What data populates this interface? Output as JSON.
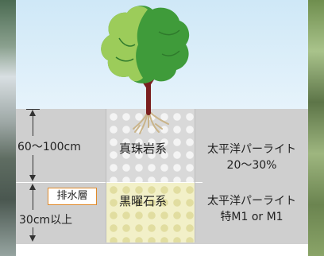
{
  "layers": [
    {
      "depth_label": "60〜100cm",
      "material": "真珠岩系",
      "product_line1": "太平洋パーライト",
      "product_line2": "20〜30%"
    },
    {
      "tag": "排水層",
      "depth_label": "30cm以上",
      "material": "黒曜石系",
      "product_line1": "太平洋パーライト",
      "product_line2": "特M1 or M1"
    }
  ],
  "colors": {
    "sky": "#cfe8f7",
    "soil": "#cfcfcf",
    "perlite_layer": "#d9d9d9",
    "obsidian_layer": "#f2f0c8",
    "tree_foliage": "#3f9b3a",
    "tree_foliage_light": "#9ccc5a",
    "trunk": "#7a1f1f",
    "tag_border": "#e08a2a"
  }
}
